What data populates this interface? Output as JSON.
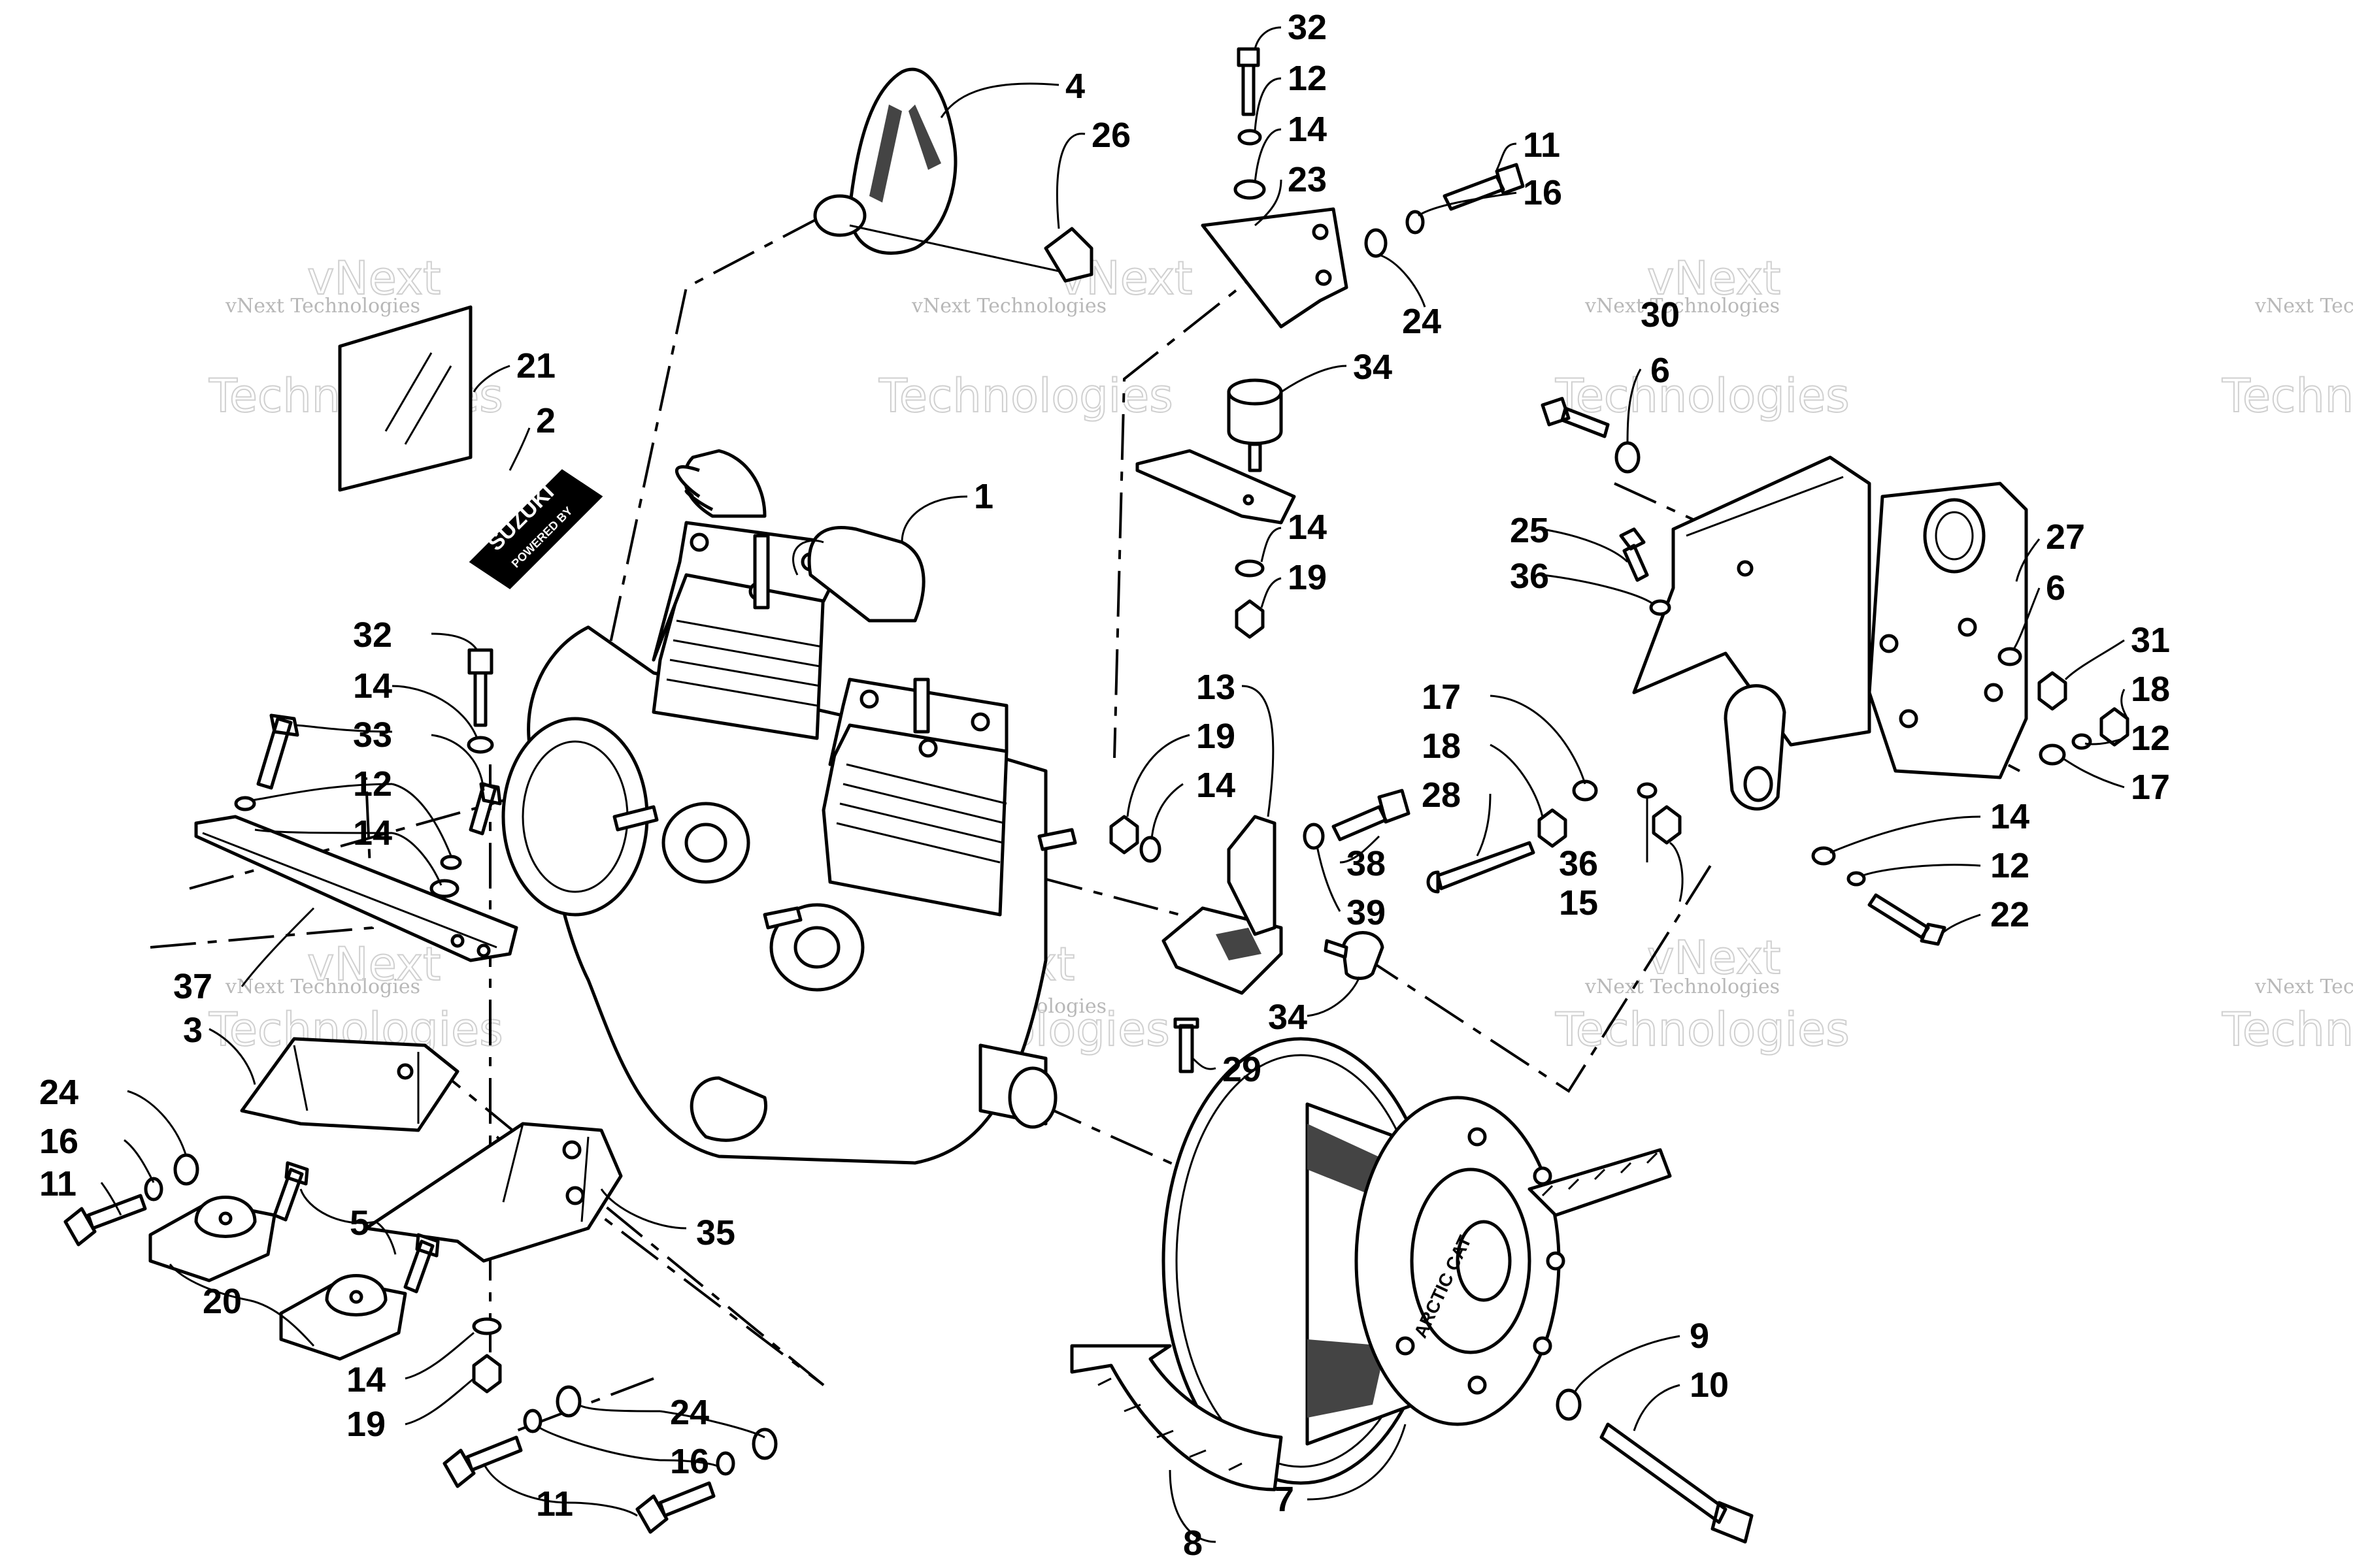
{
  "watermarks": {
    "small": "vNext Technologies",
    "big_line1": "vNext",
    "big_line2": "Technologies"
  },
  "decals": {
    "engine_brand": "SUZUKI",
    "engine_brand_sub": "POWERED BY",
    "clutch_brand": "ARCTIC CAT"
  },
  "callouts": [
    {
      "id": "c32a",
      "label": "32"
    },
    {
      "id": "c12a",
      "label": "12"
    },
    {
      "id": "c14a",
      "label": "14"
    },
    {
      "id": "c23",
      "label": "23"
    },
    {
      "id": "c11a",
      "label": "11"
    },
    {
      "id": "c16a",
      "label": "16"
    },
    {
      "id": "c24a",
      "label": "24"
    },
    {
      "id": "c34a",
      "label": "34"
    },
    {
      "id": "c14b",
      "label": "14"
    },
    {
      "id": "c19a",
      "label": "19"
    },
    {
      "id": "c4",
      "label": "4"
    },
    {
      "id": "c26",
      "label": "26"
    },
    {
      "id": "c21",
      "label": "21"
    },
    {
      "id": "c2",
      "label": "2"
    },
    {
      "id": "c1",
      "label": "1"
    },
    {
      "id": "c32b",
      "label": "32"
    },
    {
      "id": "c14c",
      "label": "14"
    },
    {
      "id": "c33",
      "label": "33"
    },
    {
      "id": "c12b",
      "label": "12"
    },
    {
      "id": "c14d",
      "label": "14"
    },
    {
      "id": "c37",
      "label": "37"
    },
    {
      "id": "c3",
      "label": "3"
    },
    {
      "id": "c24b",
      "label": "24"
    },
    {
      "id": "c16b",
      "label": "16"
    },
    {
      "id": "c11b",
      "label": "11"
    },
    {
      "id": "c5",
      "label": "5"
    },
    {
      "id": "c20",
      "label": "20"
    },
    {
      "id": "c35",
      "label": "35"
    },
    {
      "id": "c14e",
      "label": "14"
    },
    {
      "id": "c19b",
      "label": "19"
    },
    {
      "id": "c24c",
      "label": "24"
    },
    {
      "id": "c16c",
      "label": "16"
    },
    {
      "id": "c11c",
      "label": "11"
    },
    {
      "id": "c13",
      "label": "13"
    },
    {
      "id": "c19c",
      "label": "19"
    },
    {
      "id": "c14f",
      "label": "14"
    },
    {
      "id": "c38",
      "label": "38"
    },
    {
      "id": "c39",
      "label": "39"
    },
    {
      "id": "c34b",
      "label": "34"
    },
    {
      "id": "c29",
      "label": "29"
    },
    {
      "id": "c30",
      "label": "30"
    },
    {
      "id": "c6a",
      "label": "6"
    },
    {
      "id": "c25",
      "label": "25"
    },
    {
      "id": "c36a",
      "label": "36"
    },
    {
      "id": "c27",
      "label": "27"
    },
    {
      "id": "c6b",
      "label": "6"
    },
    {
      "id": "c31",
      "label": "31"
    },
    {
      "id": "c18a",
      "label": "18"
    },
    {
      "id": "c12c",
      "label": "12"
    },
    {
      "id": "c17a",
      "label": "17"
    },
    {
      "id": "c17b",
      "label": "17"
    },
    {
      "id": "c18b",
      "label": "18"
    },
    {
      "id": "c28",
      "label": "28"
    },
    {
      "id": "c36b",
      "label": "36"
    },
    {
      "id": "c15",
      "label": "15"
    },
    {
      "id": "c14g",
      "label": "14"
    },
    {
      "id": "c12d",
      "label": "12"
    },
    {
      "id": "c22",
      "label": "22"
    },
    {
      "id": "c9",
      "label": "9"
    },
    {
      "id": "c10",
      "label": "10"
    },
    {
      "id": "c7",
      "label": "7"
    },
    {
      "id": "c8",
      "label": "8"
    }
  ]
}
